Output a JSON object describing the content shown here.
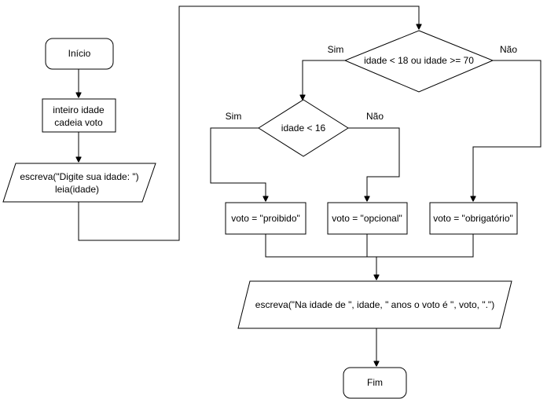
{
  "nodes": {
    "start": "Início",
    "declare_line1": "inteiro idade",
    "declare_line2": "cadeia voto",
    "input_line1": "escreva(\"Digite sua idade: \")",
    "input_line2": "leia(idade)",
    "decision_outer": "idade < 18 ou idade >= 70",
    "decision_inner": "idade < 16",
    "assign_prohibited": "voto = \"proibido\"",
    "assign_optional": "voto = \"opcional\"",
    "assign_mandatory": "voto = \"obrigatório\"",
    "output": "escreva(\"Na idade de \", idade, \" anos o voto é \", voto, \".\")",
    "end": "Fim"
  },
  "edge_labels": {
    "outer_yes": "Sim",
    "outer_no": "Não",
    "inner_yes": "Sim",
    "inner_no": "Não"
  }
}
